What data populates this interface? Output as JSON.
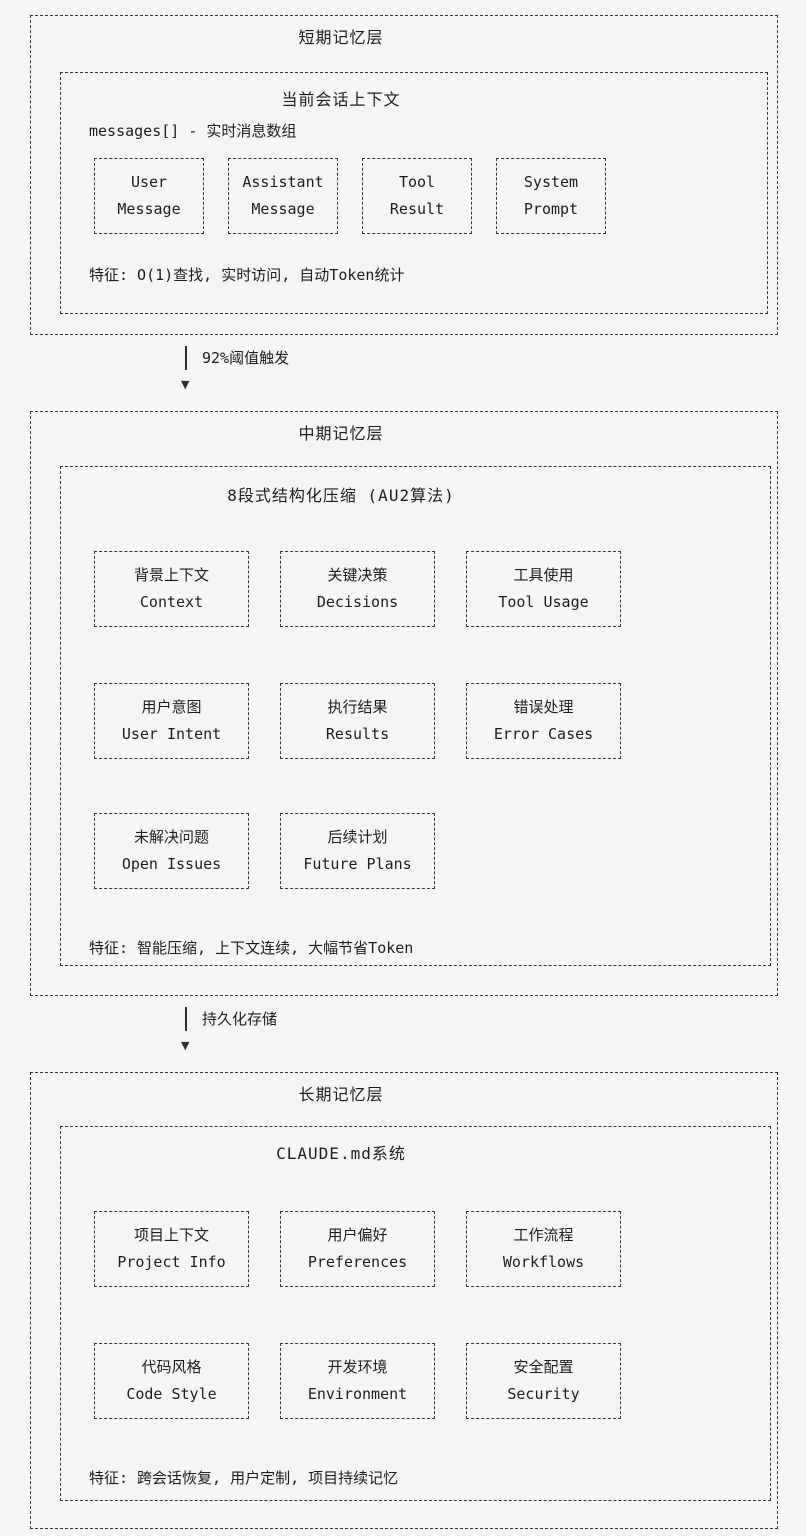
{
  "theme": {
    "background": "#f4f5f6",
    "ink": "#1d1d1f",
    "border": "#343434"
  },
  "layers": [
    {
      "title": "短期记忆层",
      "inner_title": "当前会话上下文",
      "subtitle": "messages[] - 实时消息数组",
      "rows": [
        {
          "boxes": [
            {
              "line1": "User",
              "line2": "Message"
            },
            {
              "line1": "Assistant",
              "line2": "Message"
            },
            {
              "line1": "Tool",
              "line2": "Result"
            },
            {
              "line1": "System",
              "line2": "Prompt"
            }
          ]
        }
      ],
      "feature": "特征: O(1)查找, 实时访问, 自动Token统计"
    },
    {
      "title": "中期记忆层",
      "inner_title": "8段式结构化压缩 (AU2算法)",
      "rows": [
        {
          "boxes": [
            {
              "line1": "背景上下文",
              "line2": "Context"
            },
            {
              "line1": "关键决策",
              "line2": "Decisions"
            },
            {
              "line1": "工具使用",
              "line2": "Tool Usage"
            }
          ]
        },
        {
          "boxes": [
            {
              "line1": "用户意图",
              "line2": "User Intent"
            },
            {
              "line1": "执行结果",
              "line2": "Results"
            },
            {
              "line1": "错误处理",
              "line2": "Error Cases"
            }
          ]
        },
        {
          "boxes": [
            {
              "line1": "未解决问题",
              "line2": "Open Issues"
            },
            {
              "line1": "后续计划",
              "line2": "Future Plans"
            }
          ]
        }
      ],
      "feature": "特征: 智能压缩, 上下文连续, 大幅节省Token"
    },
    {
      "title": "长期记忆层",
      "inner_title": "CLAUDE.md系统",
      "rows": [
        {
          "boxes": [
            {
              "line1": "项目上下文",
              "line2": "Project Info"
            },
            {
              "line1": "用户偏好",
              "line2": "Preferences"
            },
            {
              "line1": "工作流程",
              "line2": "Workflows"
            }
          ]
        },
        {
          "boxes": [
            {
              "line1": "代码风格",
              "line2": "Code Style"
            },
            {
              "line1": "开发环境",
              "line2": "Environment"
            },
            {
              "line1": "安全配置",
              "line2": "Security"
            }
          ]
        }
      ],
      "feature": "特征: 跨会话恢复, 用户定制, 项目持续记忆"
    }
  ],
  "connectors": [
    {
      "label": "92%阈值触发",
      "arrow": "▼"
    },
    {
      "label": "持久化存储",
      "arrow": "▼"
    }
  ]
}
